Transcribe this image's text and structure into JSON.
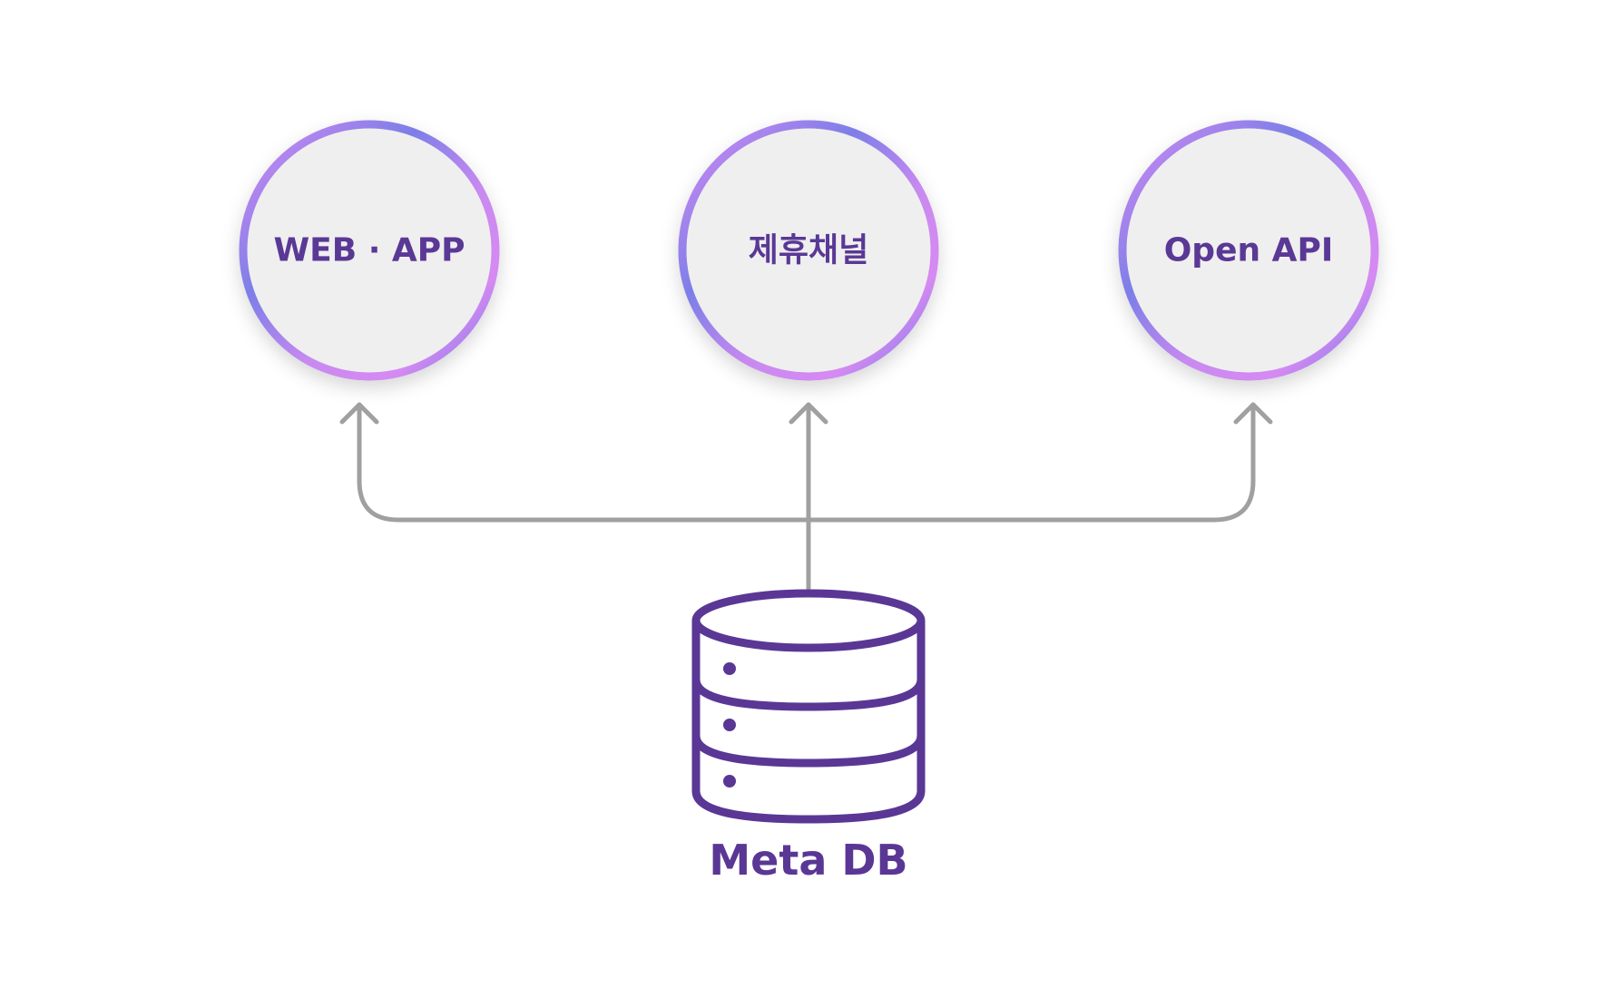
{
  "colors": {
    "background": "#ffffff",
    "node_fill": "#efefef",
    "node_ring_light": "#c0b6fb",
    "node_ring_pink": "#d58af2",
    "node_ring_blue": "#6a7ae6",
    "label_text": "#5a3795",
    "connector": "#a0a0a0",
    "database_stroke": "#5a3795"
  },
  "nodes": [
    {
      "label": "WEB · APP",
      "icon": "circle-node"
    },
    {
      "label": "제휴채널",
      "icon": "circle-node"
    },
    {
      "label": "Open API",
      "icon": "circle-node"
    }
  ],
  "database": {
    "label": "Meta DB",
    "icon": "database-icon"
  },
  "connector": {
    "arrow_icon": "arrow-up-icon"
  }
}
